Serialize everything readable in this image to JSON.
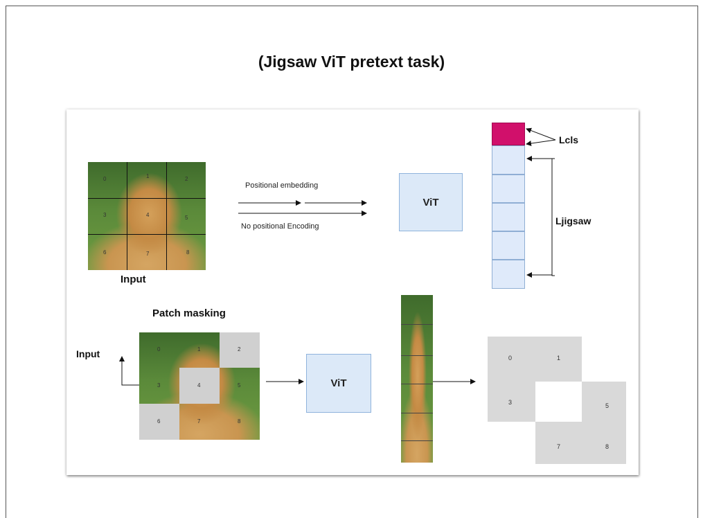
{
  "title": "(Jigsaw ViT pretext task)",
  "top": {
    "input_label": "Input",
    "grid_numbers": [
      "0",
      "1",
      "2",
      "3",
      "4",
      "5",
      "6",
      "7",
      "8"
    ],
    "arrow_top_label": "Positional embedding",
    "arrow_bottom_label": "No positional Encoding",
    "vit_label": "ViT",
    "lcls_label": "Lcls",
    "ljigsaw_label": "Ljigsaw"
  },
  "bottom": {
    "patch_masking_label": "Patch masking",
    "input_label": "Input",
    "vit_label": "ViT",
    "masked_numbers": [
      "0",
      "1",
      "2",
      "3",
      "4",
      "5",
      "6",
      "7",
      "8"
    ],
    "output_numbers": [
      "0",
      "1",
      "3",
      "5",
      "7",
      "8"
    ]
  },
  "colors": {
    "cls_token": "#d1106b",
    "token_fill": "#dfeafa",
    "vit_fill": "#dce9f8",
    "mask_gray": "#d0d0d0"
  }
}
